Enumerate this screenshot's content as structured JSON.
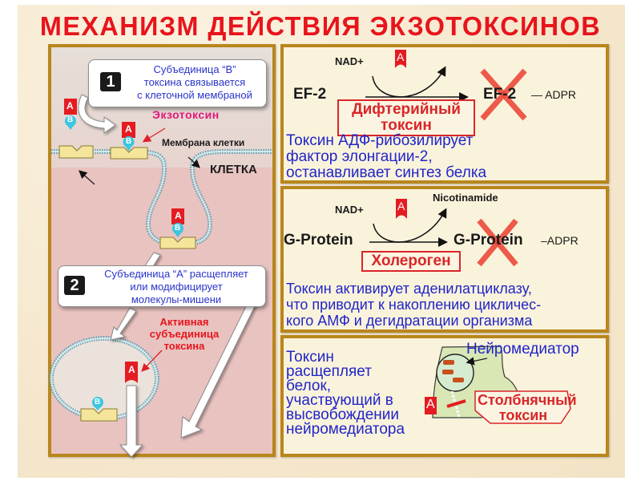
{
  "title": "МЕХАНИЗМ ДЕЙСТВИЯ ЭКЗОТОКСИНОВ",
  "left_panel": {
    "step1": {
      "number": "1",
      "lines": [
        "Субъединица “В”",
        "токсина связывается",
        "с клеточной мембраной"
      ]
    },
    "step2": {
      "number": "2",
      "lines": [
        "Субъединица “А” расщепляет",
        "или модифицирует",
        "молекулы-мишени"
      ]
    },
    "labels": {
      "exotoxin": "Экзотоксин",
      "membrane": "Мембрана клетки",
      "cell": "КЛЕТКА",
      "active_subunit": [
        "Активная",
        "субъединица",
        "токсина"
      ]
    },
    "subunit_a": "A",
    "subunit_b": "B"
  },
  "diphtheria": {
    "substrate": "EF-2",
    "product": "EF-2",
    "product_suffix": "— ADPR",
    "cofactor": "NAD+",
    "enzyme": "A",
    "toxin_name": [
      "Дифтерийный",
      "токсин"
    ],
    "description": [
      "Токсин АДФ-рибозилирует",
      "фактор элонгации-2,",
      "останавливает синтез белка"
    ]
  },
  "cholera": {
    "substrate": "G-Protein",
    "product": "G-Protein",
    "product_suffix": "–ADPR",
    "cofactor": "NAD+",
    "byproduct": "Nicotinamide",
    "enzyme": "A",
    "toxin_name": "Холероген",
    "description": [
      "Токсин активирует аденилатциклазу,",
      "что приводит к накоплению цикличес-",
      "кого АМФ и дегидратации организма"
    ]
  },
  "tetanus": {
    "label_neuro": "Нейромедиатор",
    "enzyme": "A",
    "toxin_name": [
      "Столбнячный",
      "токсин"
    ],
    "description": [
      "Токсин",
      "расщепляет",
      "белок,",
      "участвующий в",
      "высвобождении",
      "нейромедиатора"
    ]
  },
  "colors": {
    "title_red": "#e8141c",
    "frame_gold": "#b8861c",
    "text_blue": "#2125c8",
    "subunit_a_red": "#e41c22",
    "subunit_b_cyan": "#3cc6e0",
    "receptor_yellow": "#f4e59a",
    "cross_red": "#ec4a3a"
  }
}
